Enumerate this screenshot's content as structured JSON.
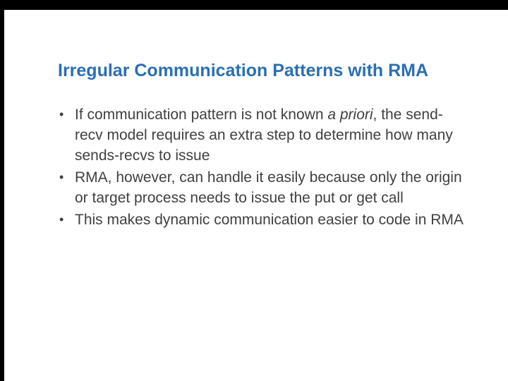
{
  "slide": {
    "title": "Irregular Communication Patterns with RMA",
    "bullets": [
      {
        "parts": [
          {
            "text": "If communication pattern is not known "
          },
          {
            "text": "a priori",
            "italic": true
          },
          {
            "text": ", the send-recv model requires an extra step to determine how many sends-recvs to issue"
          }
        ]
      },
      {
        "parts": [
          {
            "text": "RMA, however, can handle it easily because only the origin or target process needs to issue the put or get call"
          }
        ]
      },
      {
        "parts": [
          {
            "text": "This makes dynamic communication easier to code in RMA"
          }
        ]
      }
    ],
    "bullet_glyph": "•",
    "colors": {
      "title": "#2a6fb3",
      "body": "#404040",
      "background": "#ffffff",
      "frame": "#000000"
    }
  }
}
